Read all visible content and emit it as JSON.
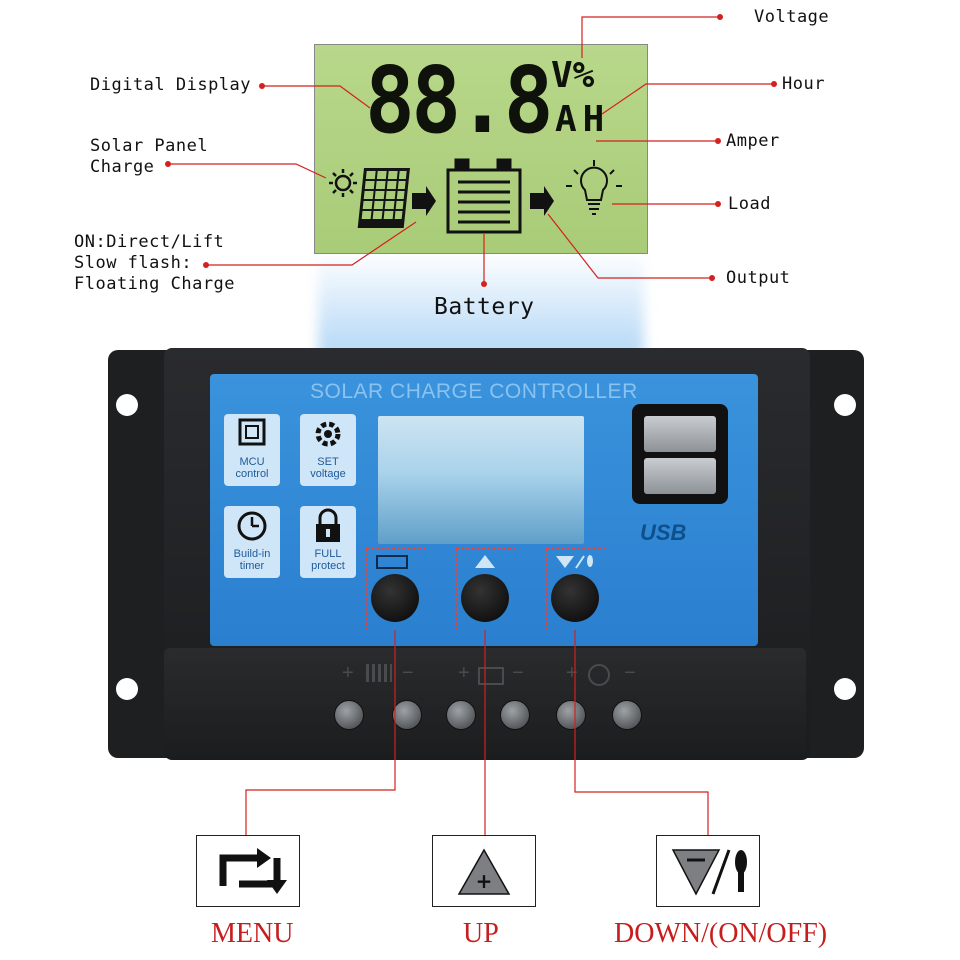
{
  "callouts": {
    "voltage": "Voltage",
    "hour": "Hour",
    "amper": "Amper",
    "load": "Load",
    "output": "Output",
    "digital_display": "Digital Display",
    "solar_panel_charge": "Solar Panel\nCharge",
    "charge_status": "ON:Direct/Lift\nSlow flash:\nFloating Charge",
    "battery": "Battery"
  },
  "lcd": {
    "digits": "88.8",
    "unit_top": "V%",
    "unit_bottom": "AH"
  },
  "device": {
    "panel_title": "SOLAR CHARGE CONTROLLER",
    "usb_label": "USB",
    "tiles": [
      {
        "label": "MCU\ncontrol",
        "icon": "chip-icon"
      },
      {
        "label": "SET\nvoltage",
        "icon": "gear-icon"
      },
      {
        "label": "Build-in\ntimer",
        "icon": "clock-icon"
      },
      {
        "label": "FULL\nprotect",
        "icon": "lock-icon"
      }
    ],
    "terminal_symbols": [
      "+",
      "−",
      "+",
      "−",
      "+",
      "−"
    ]
  },
  "buttons": [
    {
      "label": "MENU",
      "icon": "menu-cycle-icon"
    },
    {
      "label": "UP",
      "icon": "up-plus-icon"
    },
    {
      "label": "DOWN/(ON/OFF)",
      "icon": "down-minus-on-off-icon"
    }
  ],
  "colors": {
    "leader_line": "#d42020",
    "panel_blue": "#2f88d6",
    "lcd_green": "#b2d384",
    "button_label": "#c61e1e"
  }
}
